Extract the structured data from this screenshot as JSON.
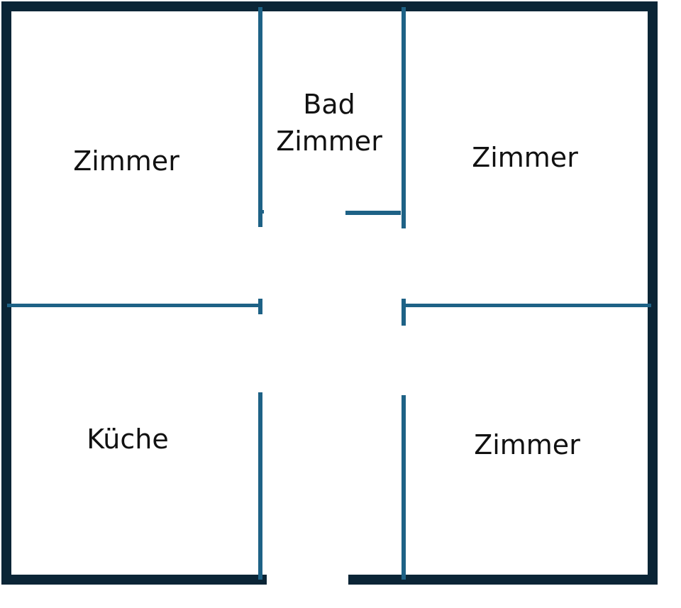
{
  "colors": {
    "outer_wall": "#0b2536",
    "inner_wall": "#1e6286",
    "background": "#ffffff",
    "label": "#111111"
  },
  "rooms": {
    "top_left": {
      "label": "Zimmer"
    },
    "bath": {
      "label_line1": "Bad",
      "label_line2": "Zimmer"
    },
    "top_right": {
      "label": "Zimmer"
    },
    "kitchen": {
      "label": "Küche"
    },
    "bottom_right": {
      "label": "Zimmer"
    }
  }
}
